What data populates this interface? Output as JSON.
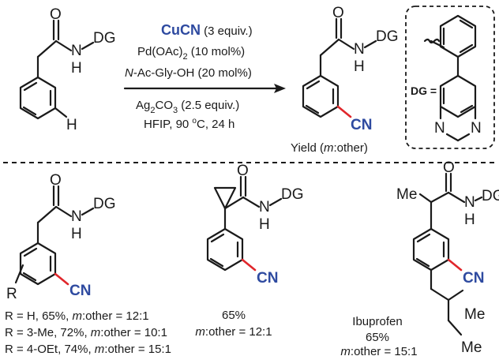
{
  "reaction": {
    "reagent_main": "CuCN",
    "reagent_main_suffix": " (3 equiv.)",
    "catalyst": "Pd(OAc)",
    "catalyst_sub": "2",
    "catalyst_suffix": " (10 mol%)",
    "ligand_italic": "N",
    "ligand_rest": "-Ac-Gly-OH (20 mol%)",
    "oxidant": "Ag",
    "oxidant_sub": "2",
    "oxidant_mid": "CO",
    "oxidant_sub2": "3",
    "oxidant_suffix": " (2.5 equiv.)",
    "conditions_prefix": "HFIP, 90 ",
    "conditions_degree": "o",
    "conditions_suffix": "C, 24 h",
    "yield_prefix": "Yield (",
    "yield_italic": "m",
    "yield_suffix": ":other)"
  },
  "atoms": {
    "oxygen": "O",
    "nitrogen": "N",
    "hydrogen": "H",
    "directing_group": "DG",
    "cyano": "CN",
    "r_group": "R",
    "methyl": "Me"
  },
  "dg_definition": {
    "label": "DG =",
    "n1": "N",
    "n2": "N"
  },
  "products": [
    {
      "lines": [
        {
          "a": "R = H, 65%, ",
          "i": "m",
          "b": ":other = 12:1"
        },
        {
          "a": "R = 3-Me, 72%, ",
          "i": "m",
          "b": ":other = 10:1"
        },
        {
          "a": "R = 4-OEt, 74%, ",
          "i": "m",
          "b": ":other = 15:1"
        }
      ]
    },
    {
      "yield": "65%",
      "ratio_italic": "m",
      "ratio_rest": ":other = 12:1"
    },
    {
      "name": "Ibuprofen",
      "yield": "65%",
      "ratio_italic": "m",
      "ratio_rest": ":other = 15:1"
    }
  ]
}
